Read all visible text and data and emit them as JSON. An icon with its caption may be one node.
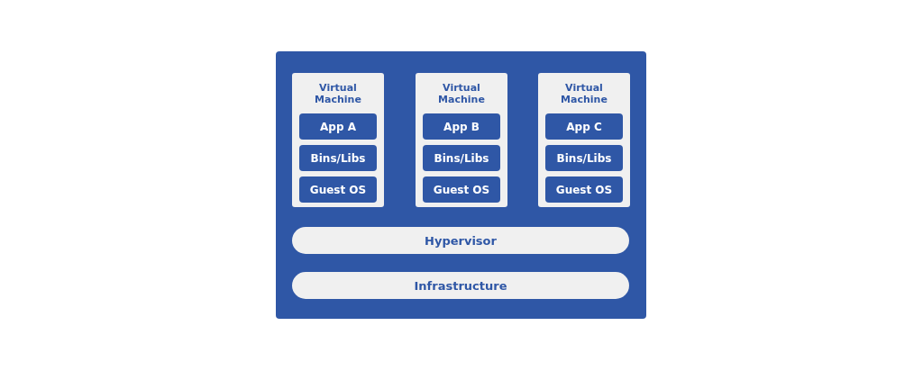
{
  "diagram": {
    "nodes": [
      {
        "text": [],
        "shape": "box"
      },
      {
        "text": [
          "Virtual Machine"
        ],
        "in": 0
      },
      {
        "text": [
          "App A"
        ],
        "in": 1
      },
      {
        "text": [
          "Bins/Libs"
        ],
        "in": 1
      },
      {
        "text": [
          "Guest OS"
        ],
        "in": 1
      },
      {
        "text": [
          "Virtual Machine"
        ],
        "in": 0
      },
      {
        "text": [
          "App B"
        ],
        "in": 5
      },
      {
        "text": [
          "Bins/Libs"
        ],
        "in": 5
      },
      {
        "text": [
          "Guest OS"
        ],
        "in": 5
      },
      {
        "text": [
          "Virtual Machine"
        ],
        "in": 0
      },
      {
        "text": [
          "App C"
        ],
        "in": 9
      },
      {
        "text": [
          "Bins/Libs"
        ],
        "in": 9
      },
      {
        "text": [
          "Guest OS"
        ],
        "in": 9
      },
      {
        "text": [
          "Hypervisor"
        ],
        "in": 0
      },
      {
        "text": [
          "Infrastructure"
        ],
        "in": 0
      }
    ],
    "edges": []
  }
}
